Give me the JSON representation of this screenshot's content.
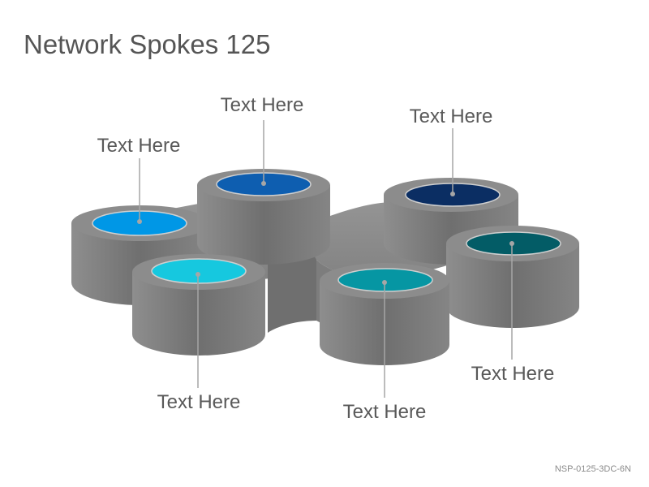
{
  "slide": {
    "title": "Network Spokes 125",
    "code": "NSP-0125-3DC-6N"
  },
  "nodes": [
    {
      "label": "Text Here",
      "color": "#0097E6"
    },
    {
      "label": "Text Here",
      "color": "#0E5EB0"
    },
    {
      "label": "Text Here",
      "color": "#0B2E63"
    },
    {
      "label": "Text Here",
      "color": "#035C66"
    },
    {
      "label": "Text Here",
      "color": "#0696A3"
    },
    {
      "label": "Text Here",
      "color": "#16C8DF"
    }
  ],
  "colors": {
    "body_side": "#7a7a7a",
    "body_top": "#898989",
    "connector": "#9a9a9a"
  }
}
